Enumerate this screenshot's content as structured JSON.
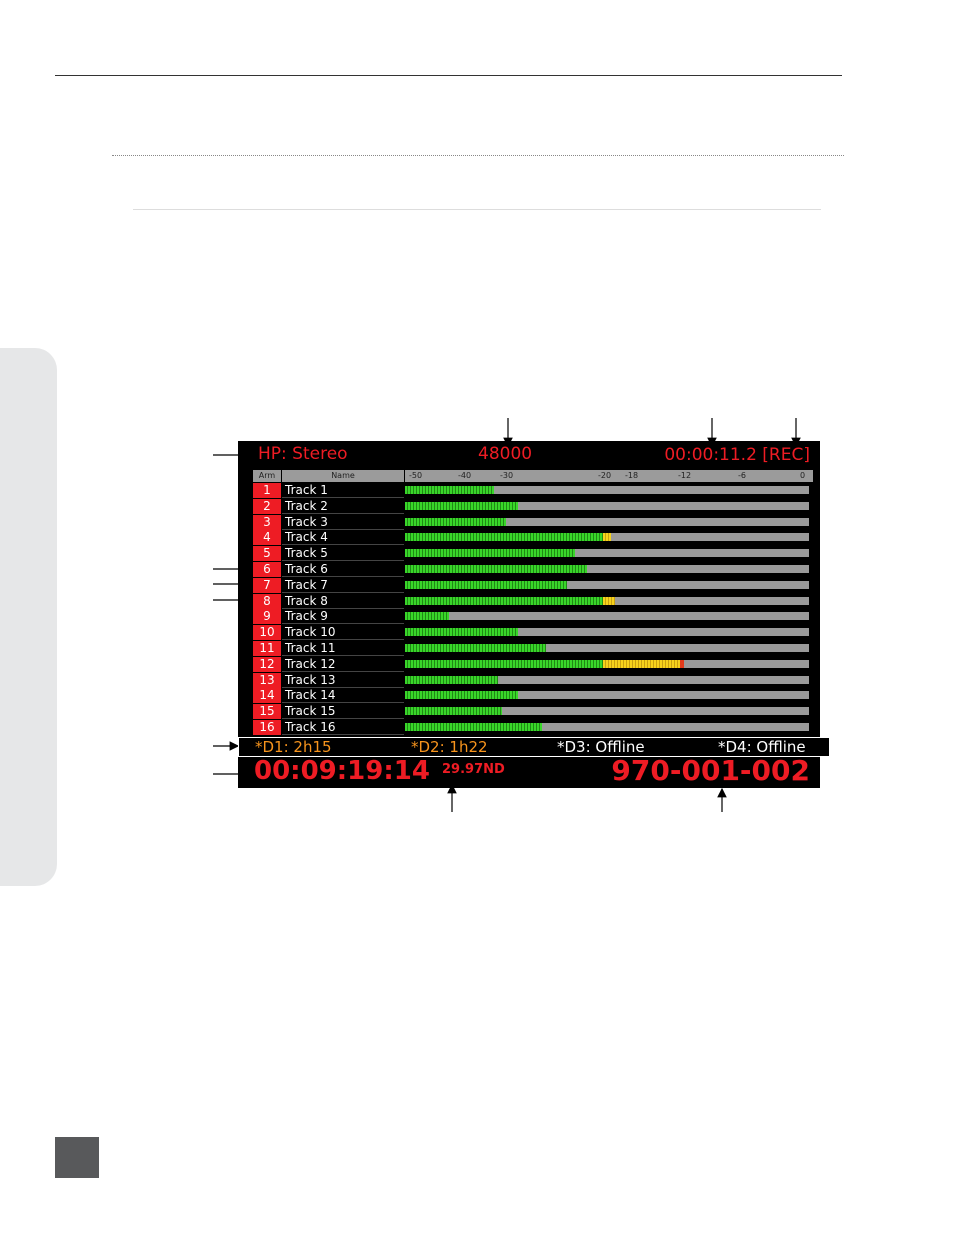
{
  "screen": {
    "hp_label": "HP: Stereo",
    "sample_rate": "48000",
    "rec_time": "00:00:11.2 [REC]",
    "columns": {
      "arm": "Arm",
      "name": "Name"
    },
    "meter_ticks": [
      "-50",
      "-40",
      "-30",
      "-20",
      "-18",
      "-12",
      "-6",
      "0"
    ],
    "tracks": [
      {
        "arm": "1",
        "name": "Track 1",
        "green": 0.22,
        "yellow": 0,
        "red": 0
      },
      {
        "arm": "2",
        "name": "Track 2",
        "green": 0.28,
        "yellow": 0,
        "red": 0
      },
      {
        "arm": "3",
        "name": "Track 3",
        "green": 0.25,
        "yellow": 0,
        "red": 0
      },
      {
        "arm": "4",
        "name": "Track 4",
        "green": 0.49,
        "yellow": 0.02,
        "red": 0
      },
      {
        "arm": "5",
        "name": "Track 5",
        "green": 0.42,
        "yellow": 0,
        "red": 0
      },
      {
        "arm": "6",
        "name": "Track 6",
        "green": 0.45,
        "yellow": 0,
        "red": 0
      },
      {
        "arm": "7",
        "name": "Track 7",
        "green": 0.4,
        "yellow": 0,
        "red": 0
      },
      {
        "arm": "8",
        "name": "Track 8",
        "green": 0.49,
        "yellow": 0.03,
        "red": 0
      },
      {
        "arm": "9",
        "name": "Track 9",
        "green": 0.11,
        "yellow": 0,
        "red": 0
      },
      {
        "arm": "10",
        "name": "Track 10",
        "green": 0.28,
        "yellow": 0,
        "red": 0
      },
      {
        "arm": "11",
        "name": "Track 11",
        "green": 0.35,
        "yellow": 0,
        "red": 0
      },
      {
        "arm": "12",
        "name": "Track 12",
        "green": 0.49,
        "yellow": 0.19,
        "red": 0.01
      },
      {
        "arm": "13",
        "name": "Track 13",
        "green": 0.23,
        "yellow": 0,
        "red": 0
      },
      {
        "arm": "14",
        "name": "Track 14",
        "green": 0.28,
        "yellow": 0,
        "red": 0
      },
      {
        "arm": "15",
        "name": "Track 15",
        "green": 0.24,
        "yellow": 0,
        "red": 0
      },
      {
        "arm": "16",
        "name": "Track 16",
        "green": 0.34,
        "yellow": 0,
        "red": 0
      }
    ],
    "drives": {
      "d1": "*D1: 2h15",
      "d2": "*D2: 1h22",
      "d3": "*D3: Offline",
      "d4": "*D4: Offline"
    },
    "timecode": "00:09:19:14",
    "frame_rate": "29.97ND",
    "reel": "970-001-002",
    "colors": {
      "red": "#ee1c24",
      "orange": "#f7941d",
      "green": "#39d62a",
      "yellow": "#f6d21c"
    }
  }
}
